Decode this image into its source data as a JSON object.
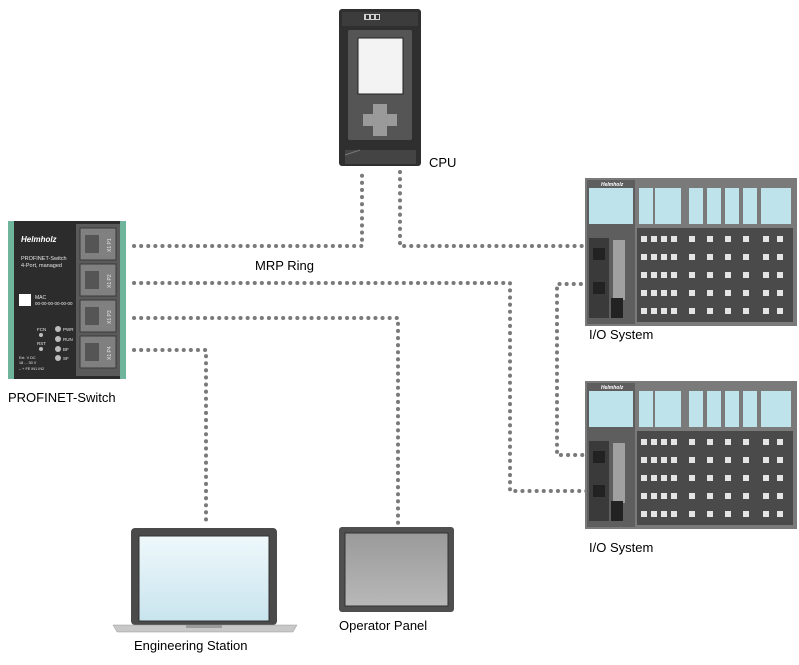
{
  "labels": {
    "cpu": "CPU",
    "mrp_ring": "MRP Ring",
    "switch": "PROFINET-Switch",
    "io_system_1": "I/O System",
    "io_system_2": "I/O System",
    "engineering_station": "Engineering Station",
    "operator_panel": "Operator Panel"
  },
  "switch_device": {
    "brand": "Helmholz",
    "model_line1": "PROFINET-Switch",
    "model_line2": "4-Port, managed",
    "mac_label": "MAC",
    "mac_value": "00-00-00-00-00-00",
    "ports": [
      "X1 P1",
      "X1 P2",
      "X1 P3",
      "X1 P4"
    ],
    "leds": [
      "PWR",
      "RUN",
      "BF",
      "SF"
    ],
    "buttons": [
      "FCN",
      "RST"
    ],
    "power_line1": "Ext. V DC",
    "power_line2": "18 ... 30 V",
    "power_line3": "–  +  FE  IN1  IN2"
  },
  "io_device": {
    "brand": "Helmholz"
  },
  "colors": {
    "connector": "#7a7a7a",
    "device_dark": "#2b2b2b",
    "device_gray": "#6b6b6b",
    "screen": "#d9eef5",
    "io_green": "#bfe3ea",
    "switch_rail": "#6fb59c"
  }
}
